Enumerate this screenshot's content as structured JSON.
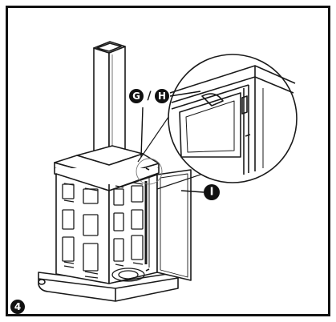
{
  "labels": {
    "G": "G",
    "separator": "/",
    "H": "H",
    "I": "I"
  },
  "step": {
    "number": "4"
  },
  "colors": {
    "ink": "#1a1a1a",
    "paper": "#ffffff",
    "frame": "#111111"
  }
}
